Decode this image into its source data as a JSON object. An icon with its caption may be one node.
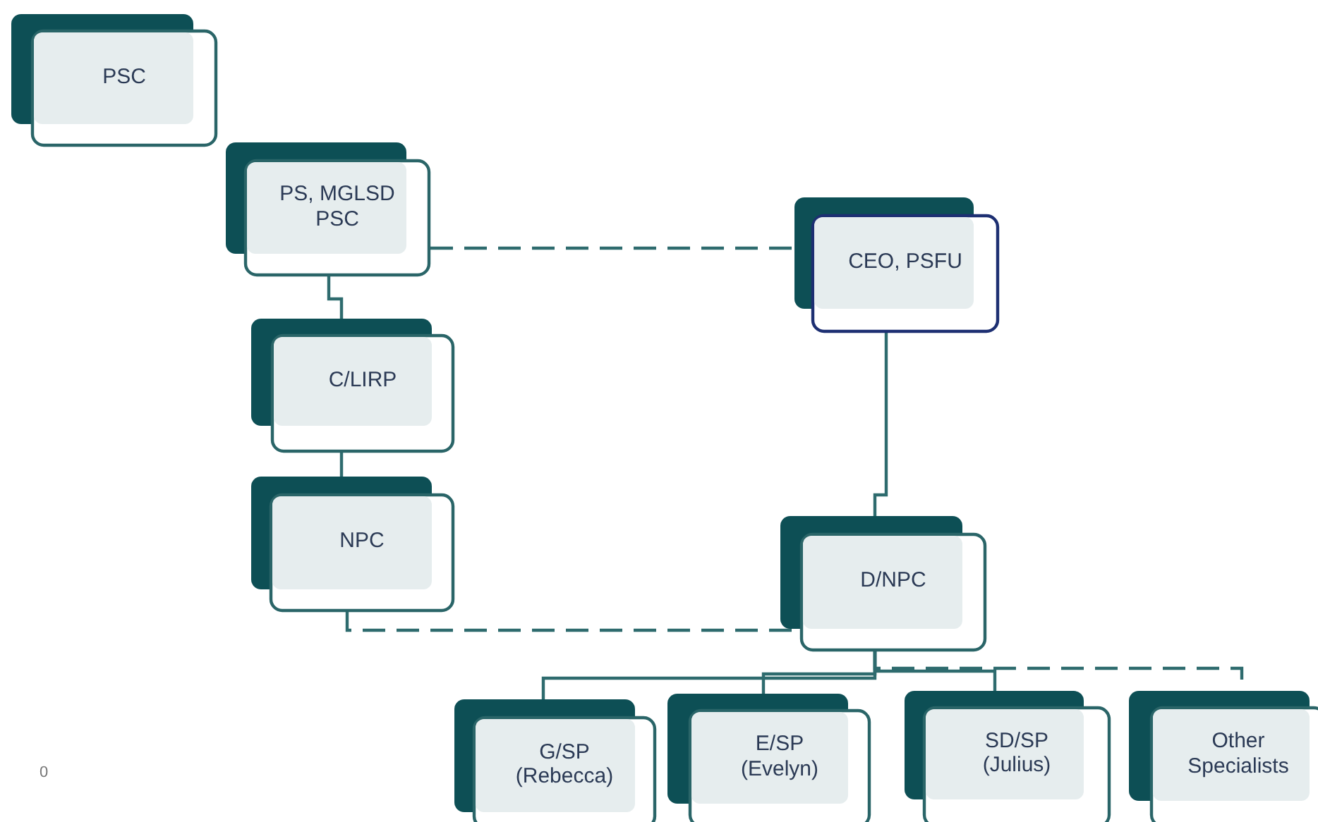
{
  "diagram": {
    "nodes": [
      {
        "text": [
          "PSC"
        ]
      },
      {
        "text": [
          "PS, MGLSD PSC"
        ]
      },
      {
        "text": [
          "CEO, PSFU"
        ]
      },
      {
        "text": [
          "C/LIRP"
        ]
      },
      {
        "text": [
          "NPC"
        ]
      },
      {
        "text": [
          "D/NPC"
        ]
      },
      {
        "text": [
          "G/SP (Rebecca)"
        ]
      },
      {
        "text": [
          "E/SP (Evelyn)"
        ]
      },
      {
        "text": [
          "SD/SP (Julius)"
        ]
      },
      {
        "text": [
          "Other Specialists"
        ]
      }
    ],
    "edges": [
      {
        "from": 1,
        "to": 2,
        "arrow": "none",
        "style": "dashed"
      },
      {
        "from": 1,
        "to": 3,
        "arrow": "none"
      },
      {
        "from": 3,
        "to": 4,
        "arrow": "none"
      },
      {
        "from": 2,
        "to": 5,
        "arrow": "none"
      },
      {
        "from": 4,
        "to": 5,
        "arrow": "none",
        "style": "dashed"
      },
      {
        "from": 5,
        "to": 6,
        "arrow": "none"
      },
      {
        "from": 5,
        "to": 7,
        "arrow": "none"
      },
      {
        "from": 5,
        "to": 8,
        "arrow": "none"
      },
      {
        "from": 5,
        "to": 9,
        "arrow": "none",
        "style": "dashed"
      }
    ],
    "labels": [
      "0"
    ]
  }
}
